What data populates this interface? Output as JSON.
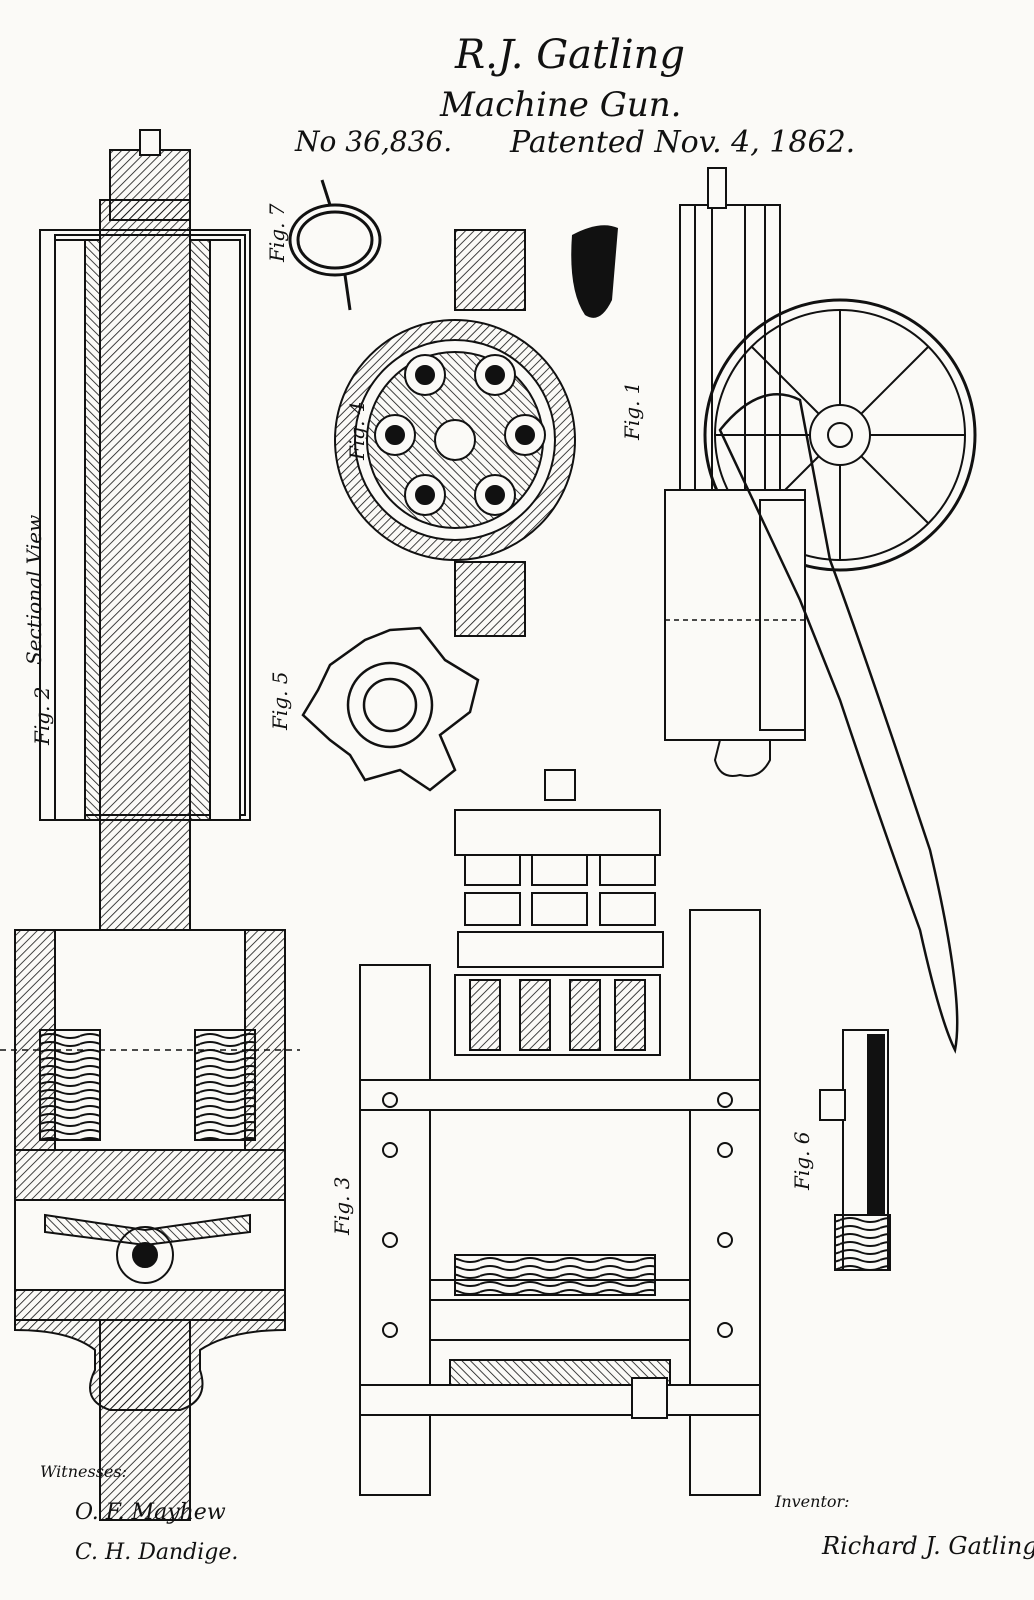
{
  "header": {
    "inventor": "R.J. Gatling",
    "subject": "Machine Gun.",
    "patent_number": "No 36,836.",
    "patented_date": "Patented Nov. 4, 1862."
  },
  "figures": {
    "fig1": "Fig. 1",
    "fig2": "Fig. 2",
    "fig2_caption": "Sectional View",
    "fig3": "Fig. 3",
    "fig4": "Fig. 4",
    "fig5": "Fig. 5",
    "fig6": "Fig. 6",
    "fig7": "Fig. 7"
  },
  "footer": {
    "witnesses_label": "Witnesses:",
    "witness_1": "O. F. Mayhew",
    "witness_2": "C. H. Dandige.",
    "inventor_label": "Inventor:",
    "inventor_signature": "Richard J. Gatling"
  },
  "colors": {
    "ink": "#111111",
    "paper": "#fbfaf7"
  }
}
